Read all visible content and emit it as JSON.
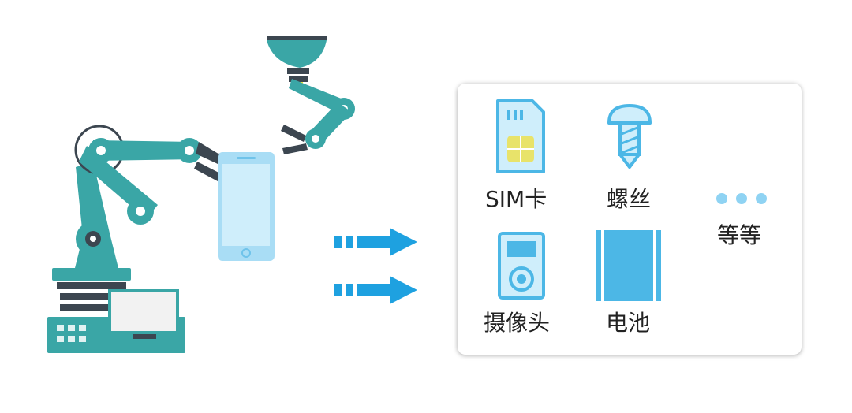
{
  "items": {
    "sim": {
      "label": "SIM卡"
    },
    "screw": {
      "label": "螺丝"
    },
    "camera": {
      "label": "摄像头"
    },
    "battery": {
      "label": "电池"
    },
    "more": {
      "label": "等等"
    }
  },
  "colors": {
    "teal": "#3aa6a6",
    "teal_dark": "#2b8c8c",
    "arm_grey": "#3c4650",
    "arrow_blue": "#1ea1e0",
    "icon_blue": "#4cb7e6",
    "icon_light": "#cfeefb",
    "dot_blue": "#8fd3f3",
    "phone_blue": "#a9ddf5"
  }
}
